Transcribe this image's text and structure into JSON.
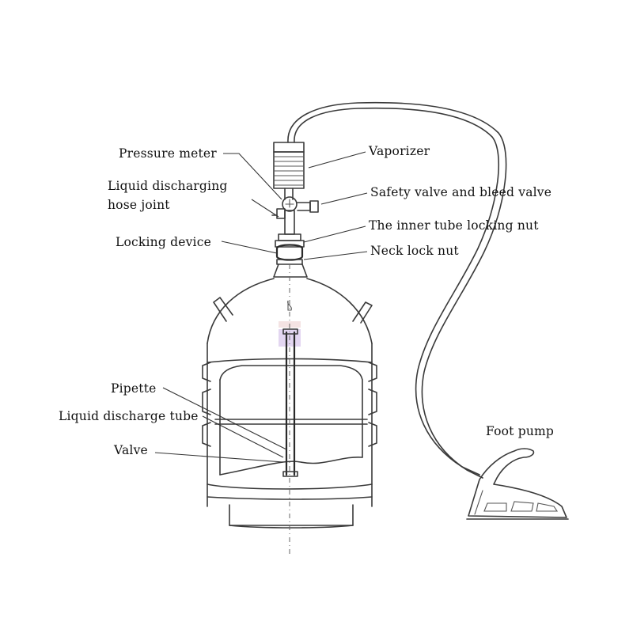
{
  "labels": {
    "pressure_meter": "Pressure meter",
    "liquid_hose_line1": "Liquid discharging",
    "liquid_hose_line2": "hose joint",
    "locking_device": "Locking device",
    "vaporizer": "Vaporizer",
    "safety_valve": "Safety valve and bleed valve",
    "inner_tube_nut": "The inner tube locking nut",
    "neck_lock_nut": "Neck lock nut",
    "pipette": "Pipette",
    "liquid_discharge_tube": "Liquid discharge tube",
    "valve": "Valve",
    "foot_pump": "Foot pump"
  },
  "colors": {
    "ink": "#3a3a3a",
    "tint_purple": "#d9c8ec",
    "tint_pink": "#f1dcdc"
  }
}
